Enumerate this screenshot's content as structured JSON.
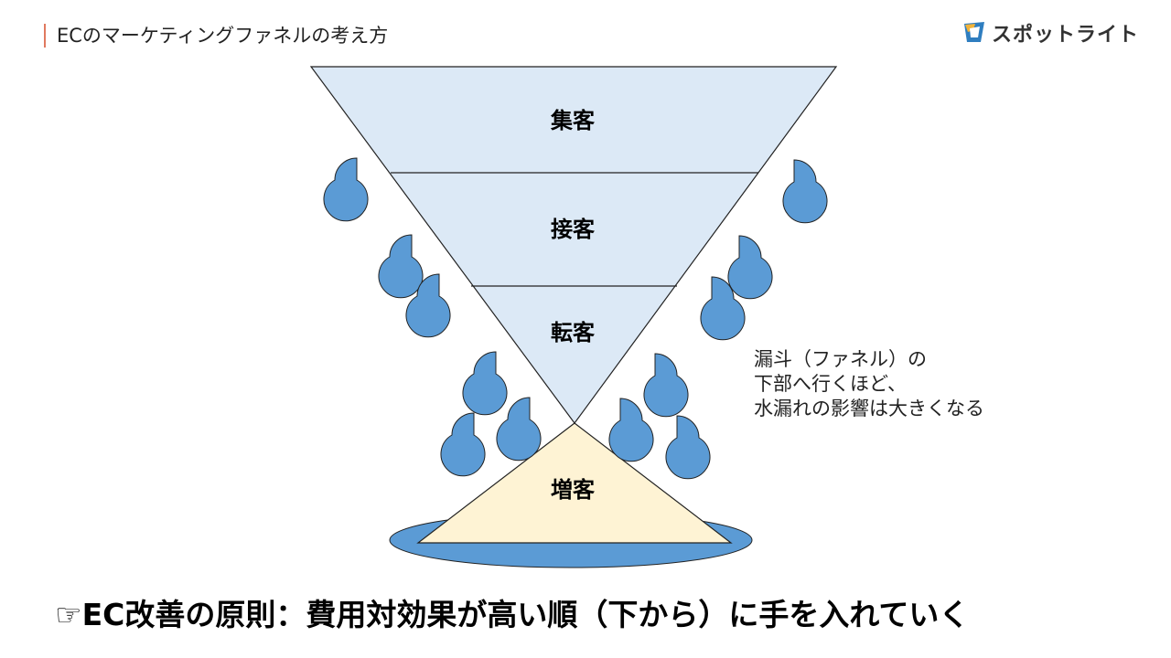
{
  "header": {
    "title": "ECのマーケティングファネルの考え方",
    "logo_text": "スポットライト",
    "accent_color": "#e0795f"
  },
  "funnel": {
    "stages": [
      "集客",
      "接客",
      "転客"
    ],
    "result_stage": "増客",
    "funnel_color": "#dce9f6",
    "result_color": "#fef3d4",
    "drop_color": "#5b9bd5"
  },
  "note": {
    "lines": [
      "漏斗（ファネル）の",
      "下部へ行くほど、",
      "水漏れの影響は大きくなる"
    ]
  },
  "principle": {
    "icon": "pointing-hand-icon",
    "icon_glyph": "☞",
    "text": "EC改善の原則：費用対効果が高い順（下から）に手を入れていく"
  }
}
